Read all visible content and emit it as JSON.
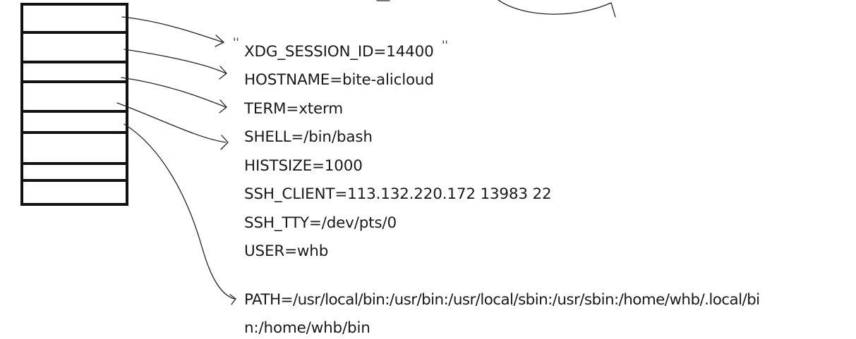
{
  "env_vars": [
    "XDG_SESSION_ID=14400",
    "HOSTNAME=bite-alicloud",
    "TERM=xterm",
    "SHELL=/bin/bash",
    "HISTSIZE=1000",
    "SSH_CLIENT=113.132.220.172 13983 22",
    "SSH_TTY=/dev/pts/0",
    "USER=whb"
  ],
  "path_line_1": "PATH=/usr/local/bin:/usr/bin:/usr/local/sbin:/usr/sbin:/home/whb/.local/bi",
  "path_line_2": "n:/home/whb/bin",
  "open_quote": "''",
  "close_quote": "''",
  "ink_color": "#111111"
}
